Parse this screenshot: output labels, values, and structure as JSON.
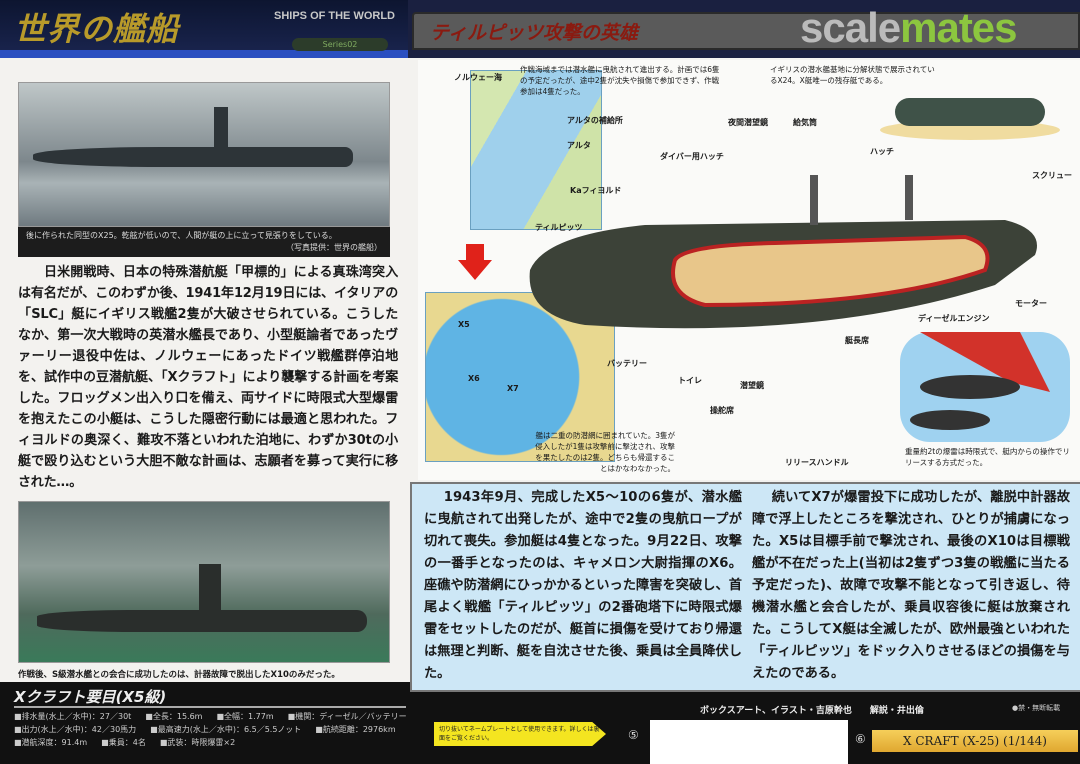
{
  "header": {
    "series_title": "世界の艦船",
    "series_en": "SHIPS OF THE WORLD",
    "series_no": "Series02",
    "article_title": "ティルピッツ攻撃の英雄",
    "watermark_a": "scale",
    "watermark_b": "mates"
  },
  "left": {
    "photo1_caption": "後に作られた同型のX25。乾舷が低いので、人間が艇の上に立って見張りをしている。",
    "photo1_credit": "（写真提供：世界の艦船）",
    "body": "日米開戦時、日本の特殊潜航艇「甲標的」による真珠湾突入は有名だが、このわずか後、1941年12月19日には、イタリアの「SLC」艇にイギリス戦艦2隻が大破させられている。こうしたなか、第一次大戦時の英潜水艦長であり、小型艇論者であったヴァーリー退役中佐は、ノルウェーにあったドイツ戦艦群停泊地を、試作中の豆潜航艇、「Xクラフト」により襲撃する計画を考案した。フロッグメン出入り口を備え、両サイドに時限式大型爆雷を抱えたこの小艇は、こうした隠密行動には最適と思われた。フィヨルドの奥深く、難攻不落といわれた泊地に、わずか30tの小艇で殴り込むという大胆不敵な計画は、志願者を募って実行に移された…。",
    "photo2_caption": "作戦後、S級潜水艦との会合に成功したのは、計器故障で脱出したX10のみだった。"
  },
  "specs": {
    "title": "Xクラフト要目(X5級)",
    "items": [
      "■排水量(水上／水中)：27／30t",
      "■全長：15.6m",
      "■全幅：1.77m",
      "■機関：ディーゼル／バッテリー",
      "■出力(水上／水中)：42／30馬力",
      "■最高速力(水上／水中)：6.5／5.5ノット",
      "■航続距離：2976km",
      "■潜航深度：91.4m",
      "■乗員：4名",
      "■武装：時限爆雷×2"
    ]
  },
  "diagram": {
    "map_labels": [
      "ノルウェー海",
      "アルタの補給所",
      "アルタ",
      "Kaフィヨルド",
      "ティルピッツ",
      "X5",
      "X6",
      "X7"
    ],
    "note_tow": "作戦海域までは潜水艦に曳航されて進出する。計画では6隻の予定だったが、途中2隻が沈失や損傷で参加できず、作戦参加は4隻だった。",
    "note_x24": "イギリスの潜水艦基地に分解状態で展示されているX24。X艇唯一の残存艇である。",
    "note_net": "艦は二重の防潜網に囲まれていた。3隻が侵入したが1隻は攻撃前に撃沈され、攻撃を果たしたのは2隻。どちらも帰還することはかなわなかった。",
    "note_charge": "重量約2tの爆雷は時限式で、艇内からの操作でリリースする方式だった。",
    "parts": [
      "夜間潜望鏡",
      "給気筒",
      "ダイバー用ハッチ",
      "ハッチ",
      "スクリュー",
      "モーター",
      "ディーゼルエンジン",
      "艇長席",
      "バッテリー",
      "トイレ",
      "潜望鏡",
      "操舵席",
      "リリースハンドル"
    ]
  },
  "main": {
    "col1": "1943年9月、完成したX5～10の6隻が、潜水艦に曳航されて出発したが、途中で2隻の曳航ロープが切れて喪失。参加艇は4隻となった。9月22日、攻撃の一番手となったのは、キャメロン大尉指揮のX6。座礁や防潜網にひっかかるといった障害を突破し、首尾よく戦艦「ティルピッツ」の2番砲塔下に時限式爆雷をセットしたのだが、艇首に損傷を受けており帰還は無理と判断、艇を自沈させた後、乗員は全員降伏した。",
    "col2": "続いてX7が爆雷投下に成功したが、離脱中計器故障で浮上したところを撃沈され、ひとりが捕虜になった。X5は目標手前で撃沈され、最後のX10は目標戦艦が不在だった上(当初は2隻ずつ3隻の戦艦に当たる予定だった)、故障で攻撃不能となって引き返し、待機潜水艦と会合したが、乗員収容後に艇は放棄された。こうしてX艇は全滅したが、欧州最強といわれた「ティルピッツ」をドック入りさせるほどの損傷を与えたのである。"
  },
  "footer": {
    "credit": "ボックスアート、イラスト・吉原幹也　　解説・井出倫",
    "copyright": "●禁・無断転載",
    "nameplate_note": "切り抜いてネームプレートとして使用できます。詳しくは裏面をご覧ください。",
    "page5": "⑤",
    "page6": "⑥",
    "nameplate": "X CRAFT (X-25) (1/144)"
  },
  "colors": {
    "navy": "#0d1530",
    "gold": "#b89a2a",
    "title_red": "#8a1a10",
    "text_box": "#cde7f6",
    "nameplate": "#f0bd45",
    "note_yellow": "#f4e520"
  }
}
